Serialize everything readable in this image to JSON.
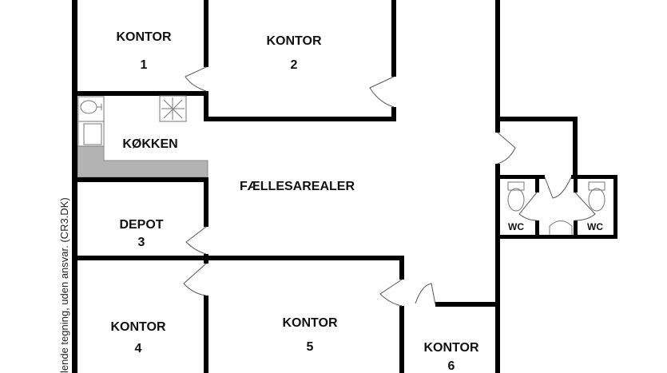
{
  "rooms": {
    "kontor1": {
      "name": "KONTOR",
      "number": "1"
    },
    "kontor2": {
      "name": "KONTOR",
      "number": "2"
    },
    "kitchen": {
      "name": "KØKKEN"
    },
    "common": {
      "name": "FÆLLESAREALER"
    },
    "depot": {
      "name": "DEPOT",
      "number": "3"
    },
    "kontor4": {
      "name": "KONTOR",
      "number": "4"
    },
    "kontor5": {
      "name": "KONTOR",
      "number": "5"
    },
    "kontor6": {
      "name": "KONTOR",
      "number": "6"
    },
    "wc_left": {
      "name": "WC"
    },
    "wc_right": {
      "name": "WC"
    }
  },
  "disclaimer": "lende tegning, uden ansvar. (CR3.DK)",
  "colors": {
    "wall": "#000000",
    "counter": "#b3b3b3",
    "fixture": "#777777"
  }
}
